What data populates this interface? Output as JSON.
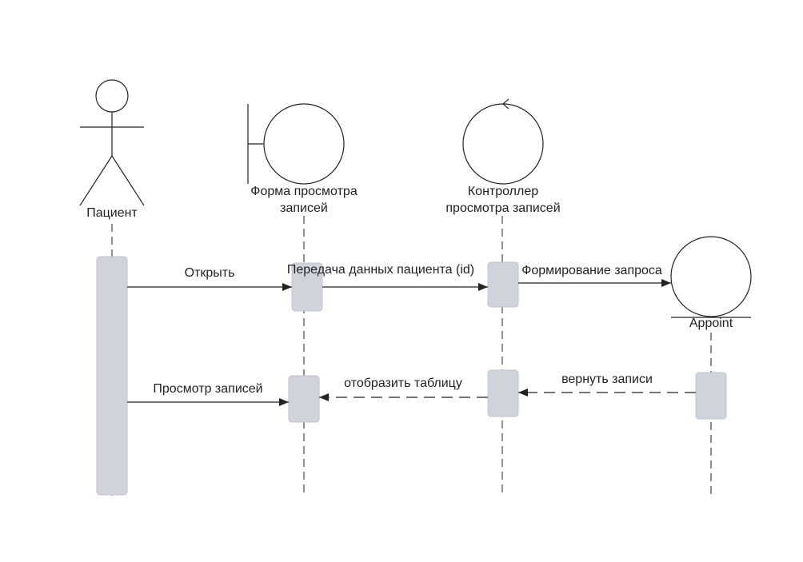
{
  "participants": {
    "actor": {
      "label": "Пациент",
      "icon": "actor-icon"
    },
    "boundary": {
      "label_line1": "Форма просмотра",
      "label_line2": "записей",
      "icon": "boundary-icon"
    },
    "control": {
      "label_line1": "Контроллер",
      "label_line2": "просмотра записей",
      "icon": "control-icon"
    },
    "entity": {
      "label": "Appoint",
      "icon": "entity-icon"
    }
  },
  "messages": [
    {
      "label": "Открыть",
      "type": "sync"
    },
    {
      "label": "Передача данных пациента (id)",
      "type": "sync"
    },
    {
      "label": "Формирование запроса",
      "type": "sync"
    },
    {
      "label": "Просмотр записей",
      "type": "sync"
    },
    {
      "label": "отобразить таблицу",
      "type": "return"
    },
    {
      "label": "вернуть записи",
      "type": "return"
    }
  ],
  "colors": {
    "line": "#222222",
    "activation_fill": "#cfd4dc",
    "activation_stroke": "#bfc5cf"
  }
}
